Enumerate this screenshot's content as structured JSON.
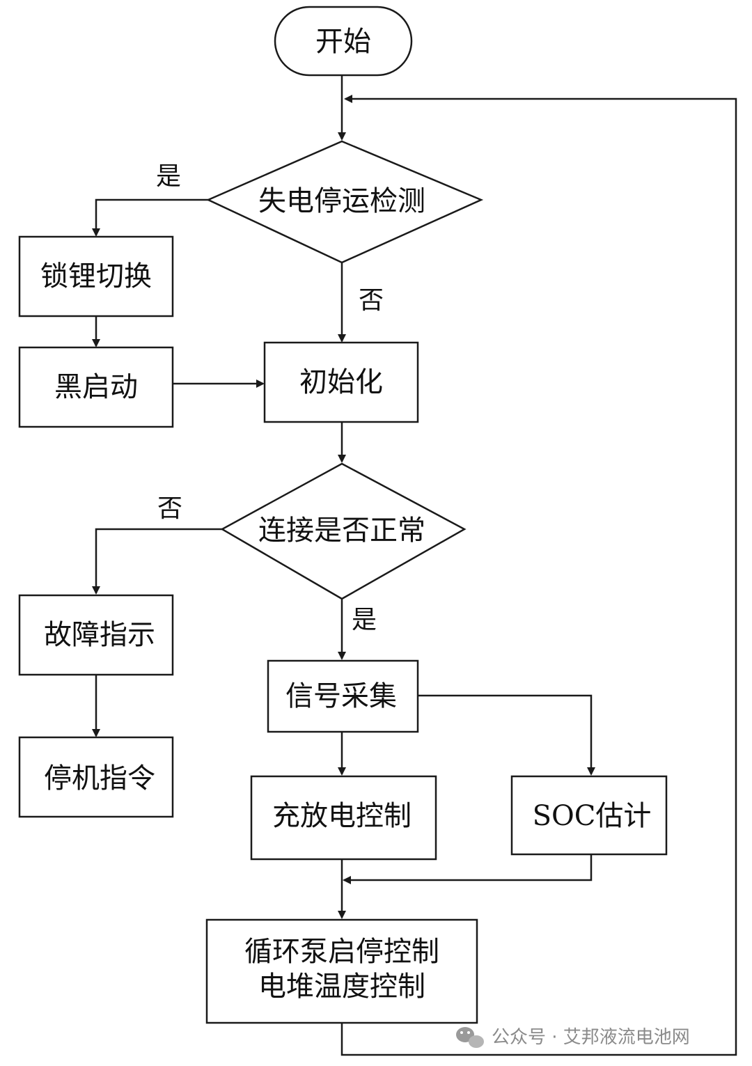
{
  "nodes": {
    "start": "开始",
    "power_check": "失电停运检测",
    "lock_switch": "锁锂切换",
    "black_start": "黑启动",
    "init": "初始化",
    "conn_check": "连接是否正常",
    "fault_ind": "故障指示",
    "stop_cmd": "停机指令",
    "signal": "信号采集",
    "charge": "充放电控制",
    "soc": "SOC估计",
    "pump_line1": "循环泵启停控制",
    "pump_line2": "电堆温度控制"
  },
  "edge_labels": {
    "power_yes": "是",
    "power_no": "否",
    "conn_no": "否",
    "conn_yes": "是"
  },
  "watermark": {
    "text": "公众号 · 艾邦液流电池网",
    "icon": "wechat-icon"
  }
}
